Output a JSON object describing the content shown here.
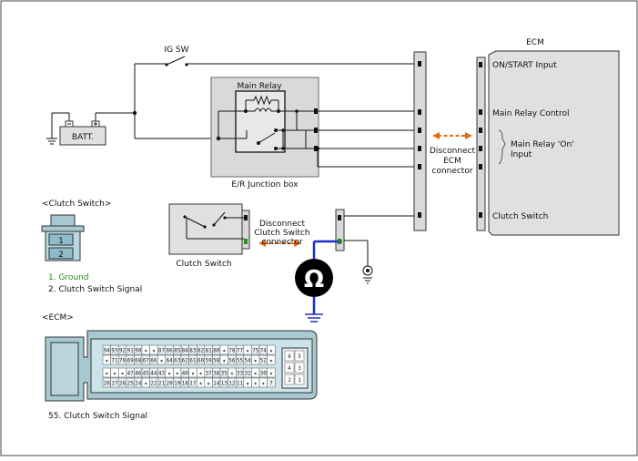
{
  "colors": {
    "gray_fill": "#d9d9d9",
    "box_fill": "#e0e0e0",
    "arrow": "#e46a12",
    "probe_wire": "#1f2fc6",
    "ground_text": "#2b8a1d",
    "meter": "#000000"
  },
  "labels": {
    "ecm_title": "ECM",
    "ig_sw": "IG SW",
    "batt": "BATT.",
    "main_relay": "Main Relay",
    "junction_box": "E/R Junction box",
    "disconnect_ecm_1": "Disconnect",
    "disconnect_ecm_2": "ECM",
    "disconnect_ecm_3": "connector",
    "disconnect_cs_1": "Disconnect",
    "disconnect_cs_2": "Clutch Switch",
    "disconnect_cs_3": "connector",
    "clutch_switch": "Clutch Switch",
    "clutch_switch_header": "<Clutch Switch>",
    "ecm_header": "<ECM>",
    "ohm_symbol": "Ω"
  },
  "ecm_pins": {
    "on_start": "ON/START Input",
    "main_relay_control": "Main Relay Control",
    "main_relay_on_1": "Main Relay 'On'",
    "main_relay_on_2": "Input",
    "clutch_switch": "Clutch Switch"
  },
  "clutch_connector": {
    "pin1": "1",
    "pin2": "2",
    "legend": [
      "1. Ground",
      "2. Clutch Switch Signal"
    ]
  },
  "ecm_connector": {
    "row1": [
      "94",
      "93",
      "92",
      "91",
      "90",
      "★",
      "★",
      "87",
      "86",
      "85",
      "84",
      "83",
      "82",
      "81",
      "80",
      "★",
      "78",
      "77",
      "★",
      "75",
      "74",
      "★"
    ],
    "row2": [
      "★",
      "71",
      "70",
      "69",
      "68",
      "67",
      "66",
      "★",
      "64",
      "63",
      "62",
      "61",
      "60",
      "59",
      "58",
      "★",
      "56",
      "55",
      "54",
      "★",
      "52",
      "★"
    ],
    "row3": [
      "★",
      "★",
      "★",
      "47",
      "46",
      "45",
      "44",
      "43",
      "★",
      "★",
      "40",
      "★",
      "★",
      "37",
      "36",
      "35",
      "★",
      "33",
      "32",
      "★",
      "30",
      "★"
    ],
    "row4": [
      "28",
      "27",
      "26",
      "25",
      "24",
      "★",
      "22",
      "21",
      "20",
      "19",
      "18",
      "17",
      "★",
      "★",
      "14",
      "13",
      "12",
      "11",
      "★",
      "★",
      "★",
      "7"
    ],
    "side": [
      "6",
      "5",
      "4",
      "3",
      "2",
      "1"
    ],
    "caption": "55. Clutch Switch Signal"
  }
}
